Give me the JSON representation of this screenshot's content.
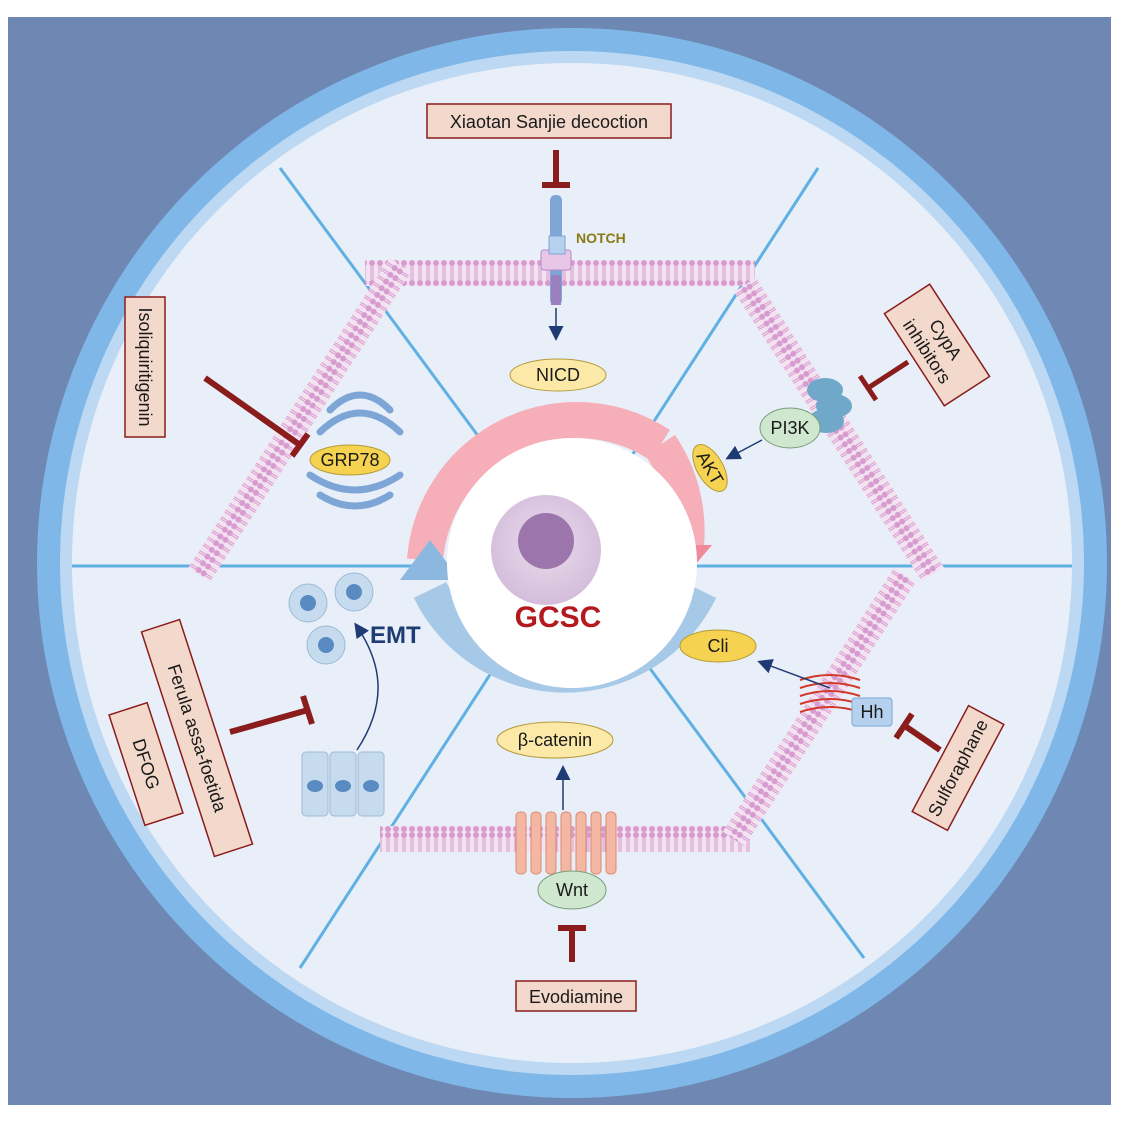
{
  "center": {
    "label": "GCSC",
    "color": "#b3191e"
  },
  "pathways": {
    "notch": {
      "inhibitor": "Xiaotan Sanjie decoction",
      "receptor": "NOTCH",
      "product": "NICD"
    },
    "pi3k": {
      "inhibitor_line1": "CypA",
      "inhibitor_line2": "inhibitors",
      "node1": "PI3K",
      "node2": "AKT"
    },
    "hh": {
      "inhibitor": "Sulforaphane",
      "receptor": "Hh",
      "product": "Cli"
    },
    "wnt": {
      "inhibitor": "Evodiamine",
      "receptor": "Wnt",
      "product": "β-catenin"
    },
    "emt": {
      "inhibitor1": "Ferula assa-foetida",
      "inhibitor2": "DFOG",
      "label": "EMT"
    },
    "grp78": {
      "inhibitor": "Isoliquiritigenin",
      "target": "GRP78"
    }
  },
  "colors": {
    "background": "#6f88b3",
    "outer_ring": "#7fb8e8",
    "inner_field": "#e9eff8",
    "inhibit": "#8a1c1c",
    "label_box": "#f3d9cc",
    "oval_yellow": "#fce9a8",
    "oval_gold": "#f5d24f",
    "oval_green": "#cfe6cf",
    "membrane": "#d79bd0",
    "notch_label": "#8a7a14",
    "emt_label": "#1f3b73"
  }
}
